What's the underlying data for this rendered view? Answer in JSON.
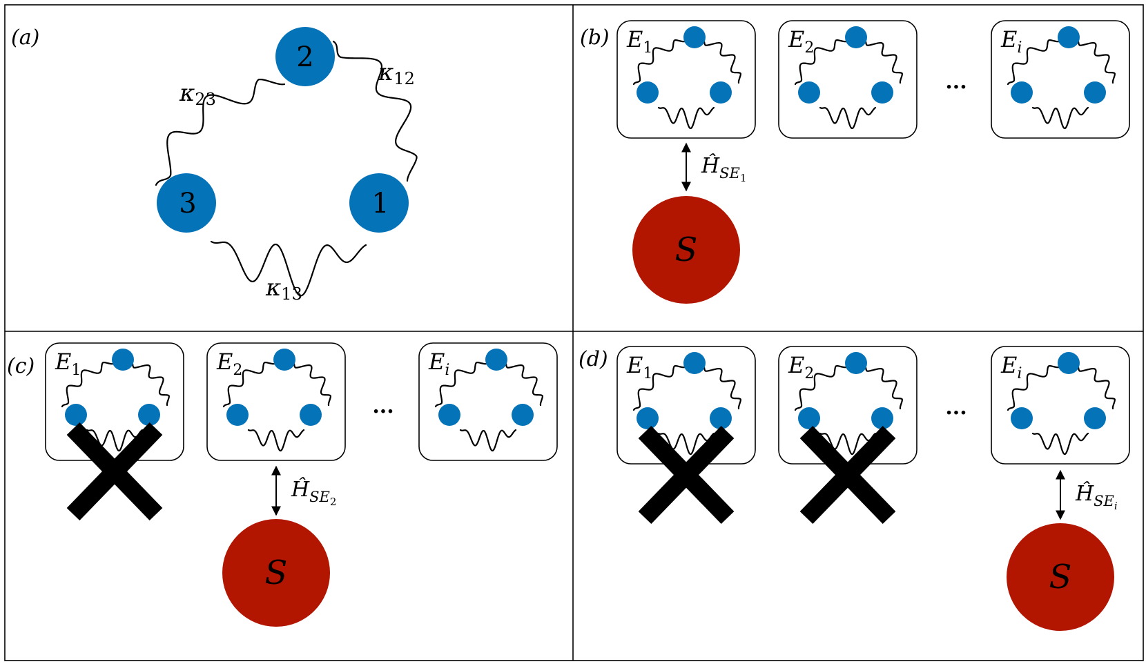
{
  "colors": {
    "node": "#0573b8",
    "system": "#b21500",
    "cross": "#000000",
    "border": "#000000"
  },
  "panel_a": {
    "label": "(a)",
    "nodes": [
      "1",
      "2",
      "3"
    ],
    "couplings": {
      "k12": {
        "sym": "κ",
        "sub": "12"
      },
      "k23": {
        "sym": "κ",
        "sub": "23"
      },
      "k13": {
        "sym": "κ",
        "sub": "13"
      }
    }
  },
  "panel_b": {
    "label": "(b)",
    "envs": [
      {
        "sym": "E",
        "sub": "1"
      },
      {
        "sym": "E",
        "sub": "2"
      },
      {
        "sym": "E",
        "sub": "i"
      }
    ],
    "ellipsis": "...",
    "coupling": {
      "sym": "Ĥ",
      "sub": "SE",
      "subsub": "1"
    },
    "system": "S"
  },
  "panel_c": {
    "label": "(c)",
    "envs": [
      {
        "sym": "E",
        "sub": "1"
      },
      {
        "sym": "E",
        "sub": "2"
      },
      {
        "sym": "E",
        "sub": "i"
      }
    ],
    "ellipsis": "...",
    "coupling": {
      "sym": "Ĥ",
      "sub": "SE",
      "subsub": "2"
    },
    "system": "S"
  },
  "panel_d": {
    "label": "(d)",
    "envs": [
      {
        "sym": "E",
        "sub": "1"
      },
      {
        "sym": "E",
        "sub": "2"
      },
      {
        "sym": "E",
        "sub": "i"
      }
    ],
    "ellipsis": "...",
    "coupling": {
      "sym": "Ĥ",
      "sub": "SE",
      "subsub": "i"
    },
    "system": "S"
  }
}
